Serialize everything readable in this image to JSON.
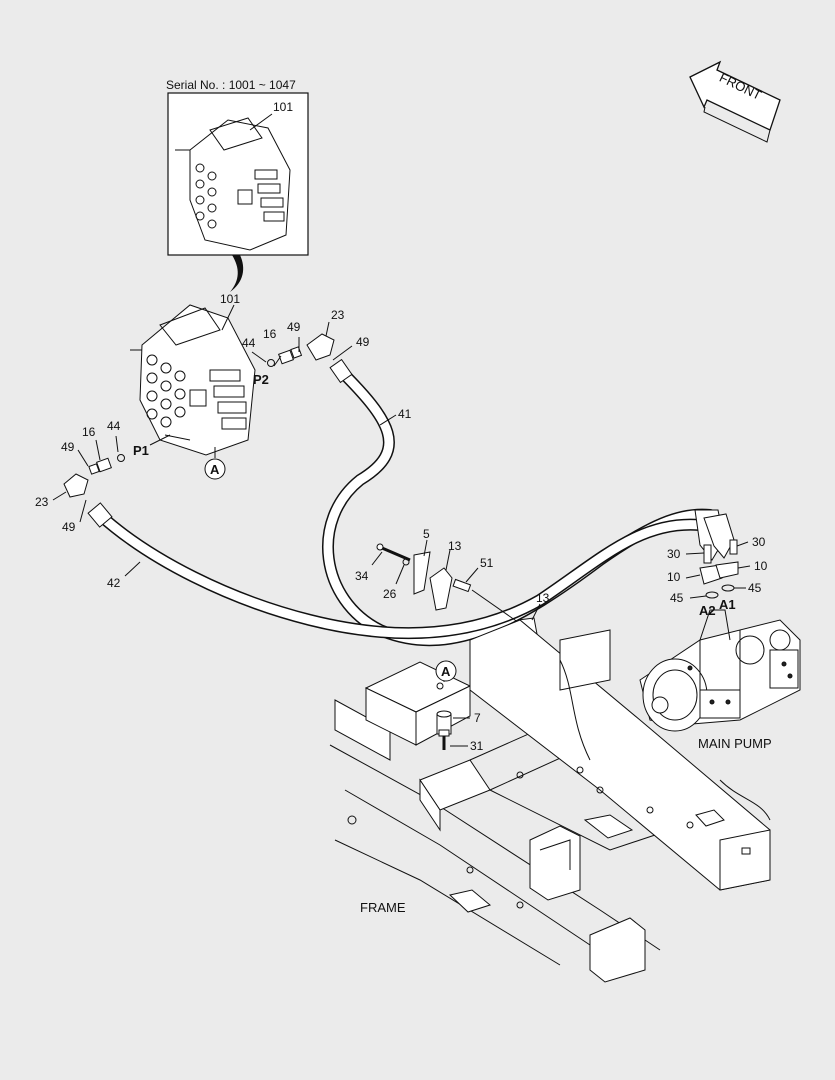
{
  "inset": {
    "serial_caption": "Serial No. : 1001 ~ 1047",
    "part_label": "101"
  },
  "front_arrow": {
    "label": "FRONT"
  },
  "captions": {
    "main_pump": "MAIN PUMP",
    "frame": "FRAME"
  },
  "port_labels": {
    "p1": "P1",
    "p2": "P2",
    "a1": "A1",
    "a2": "A2",
    "detail_a": "A"
  },
  "callouts": {
    "valve_main": "101",
    "p2_44": "44",
    "p2_16": "16",
    "p2_49_upper": "49",
    "p2_23": "23",
    "p2_49_lower": "49",
    "hose_41": "41",
    "p1_44": "44",
    "p1_16": "16",
    "p1_49_upper": "49",
    "p1_23": "23",
    "p1_49_lower": "49",
    "hose_42": "42",
    "bolt_34": "34",
    "item_26": "26",
    "item_5": "5",
    "clamp_13_upper": "13",
    "item_51": "51",
    "clamp_13_lower": "13",
    "pump_30_left": "30",
    "pump_30_right": "30",
    "pump_10_left": "10",
    "pump_10_right": "10",
    "pump_45_left": "45",
    "pump_45_right": "45",
    "item_7": "7",
    "item_31": "31"
  }
}
